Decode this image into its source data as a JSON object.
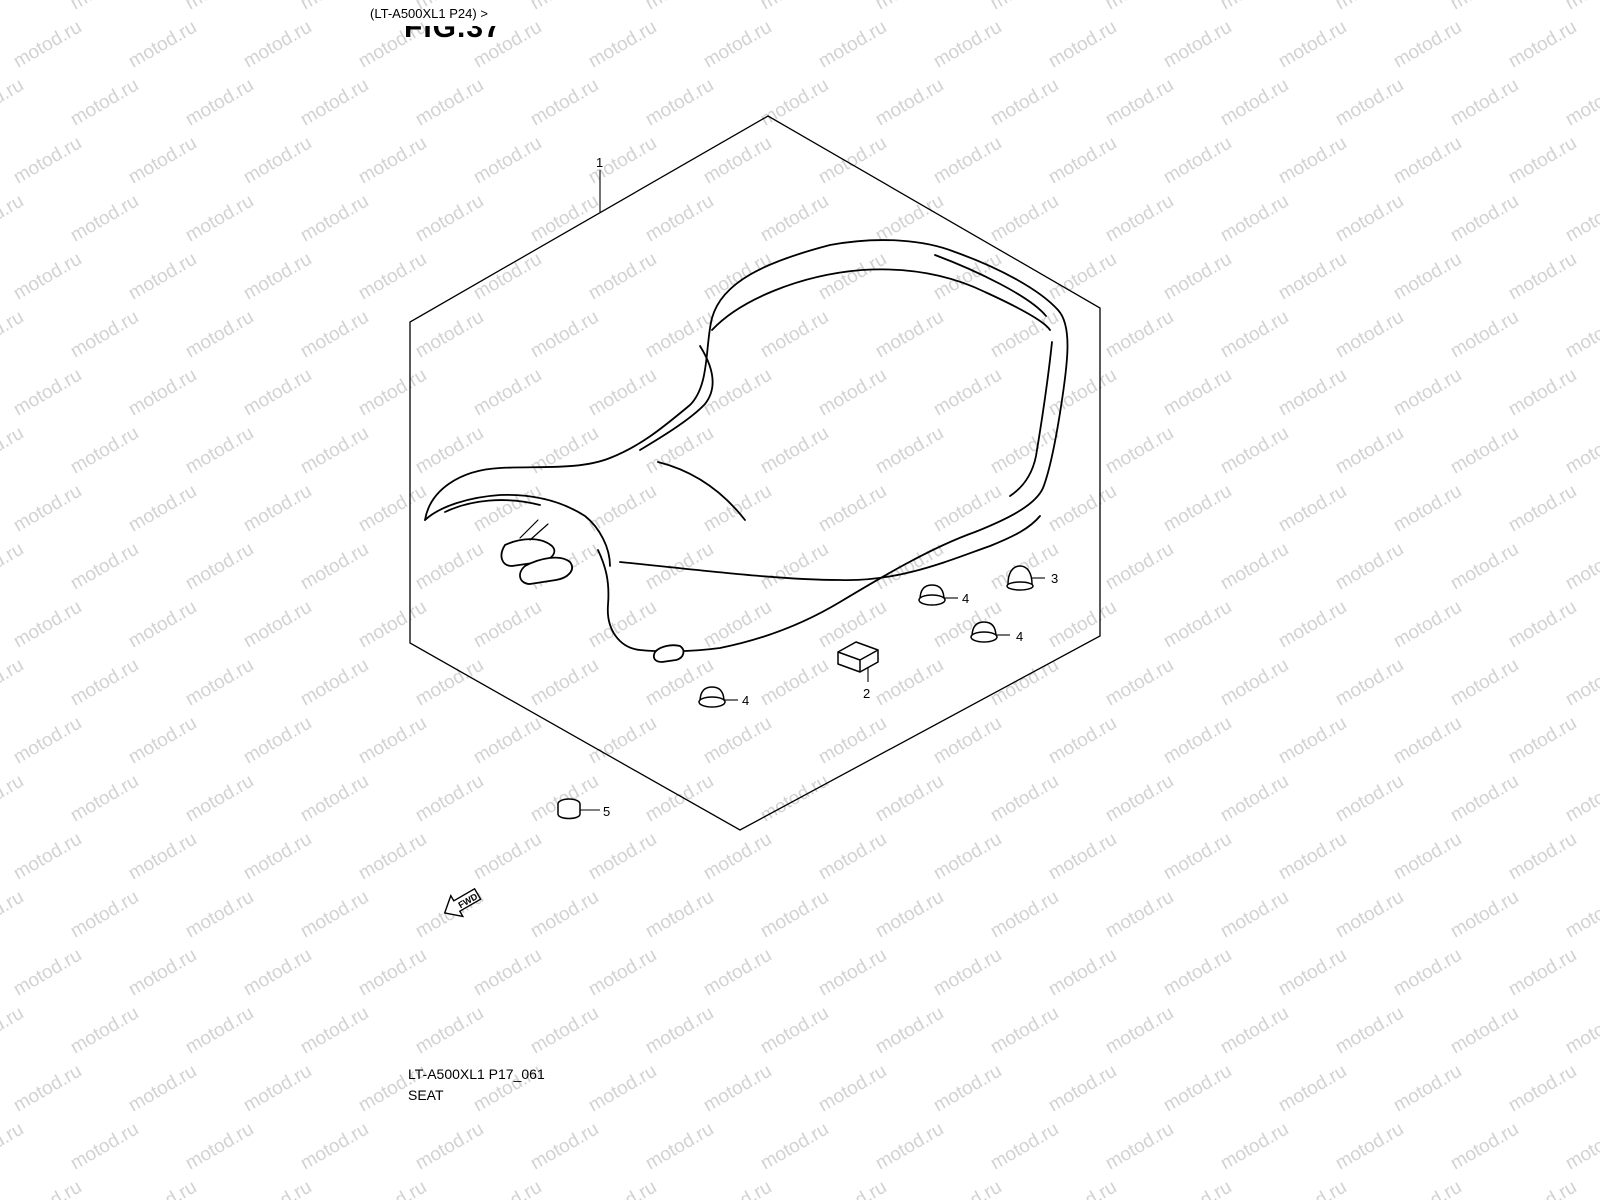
{
  "header": {
    "ref": "(LT-A500XL1 P24) >",
    "title_fragment": "FIG.37"
  },
  "footer": {
    "ref_code": "LT-A500XL1 P17_061",
    "part_name": "SEAT"
  },
  "callouts": [
    {
      "id": "c1",
      "label": "1"
    },
    {
      "id": "c2",
      "label": "2"
    },
    {
      "id": "c3",
      "label": "3"
    },
    {
      "id": "c4a",
      "label": "4"
    },
    {
      "id": "c4b",
      "label": "4"
    },
    {
      "id": "c4c",
      "label": "4"
    },
    {
      "id": "c5",
      "label": "5"
    }
  ],
  "fwd_marker": "FWD",
  "watermark": {
    "text": "motod.ru",
    "color": "#d2d2d2"
  }
}
